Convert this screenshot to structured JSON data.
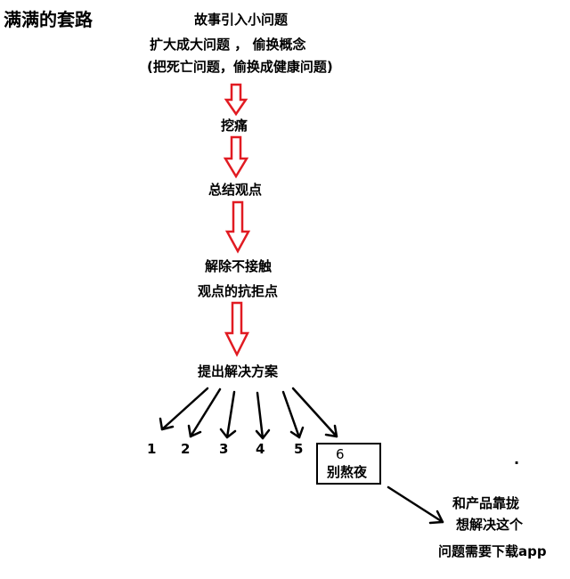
{
  "title": "满满的套路",
  "steps": {
    "intro": [
      "故事引入小问题",
      "扩大成大问题 ， 偷换概念",
      "(把死亡问题，偷换成健康问题)"
    ],
    "pain": "挖痛",
    "summary": "总结观点",
    "objection": [
      "解除不接触",
      "观点的抗拒点"
    ],
    "solution": "提出解决方案"
  },
  "options": [
    "1",
    "2",
    "3",
    "4",
    "5"
  ],
  "highlight_option": {
    "number": "6",
    "label": "别熬夜"
  },
  "dot": ".",
  "conclusion": [
    "和产品靠拢",
    "想解决这个",
    "问题需要下载app"
  ],
  "colors": {
    "arrow_red": "#e11b22",
    "arrow_black": "#000000",
    "text": "#000000"
  }
}
